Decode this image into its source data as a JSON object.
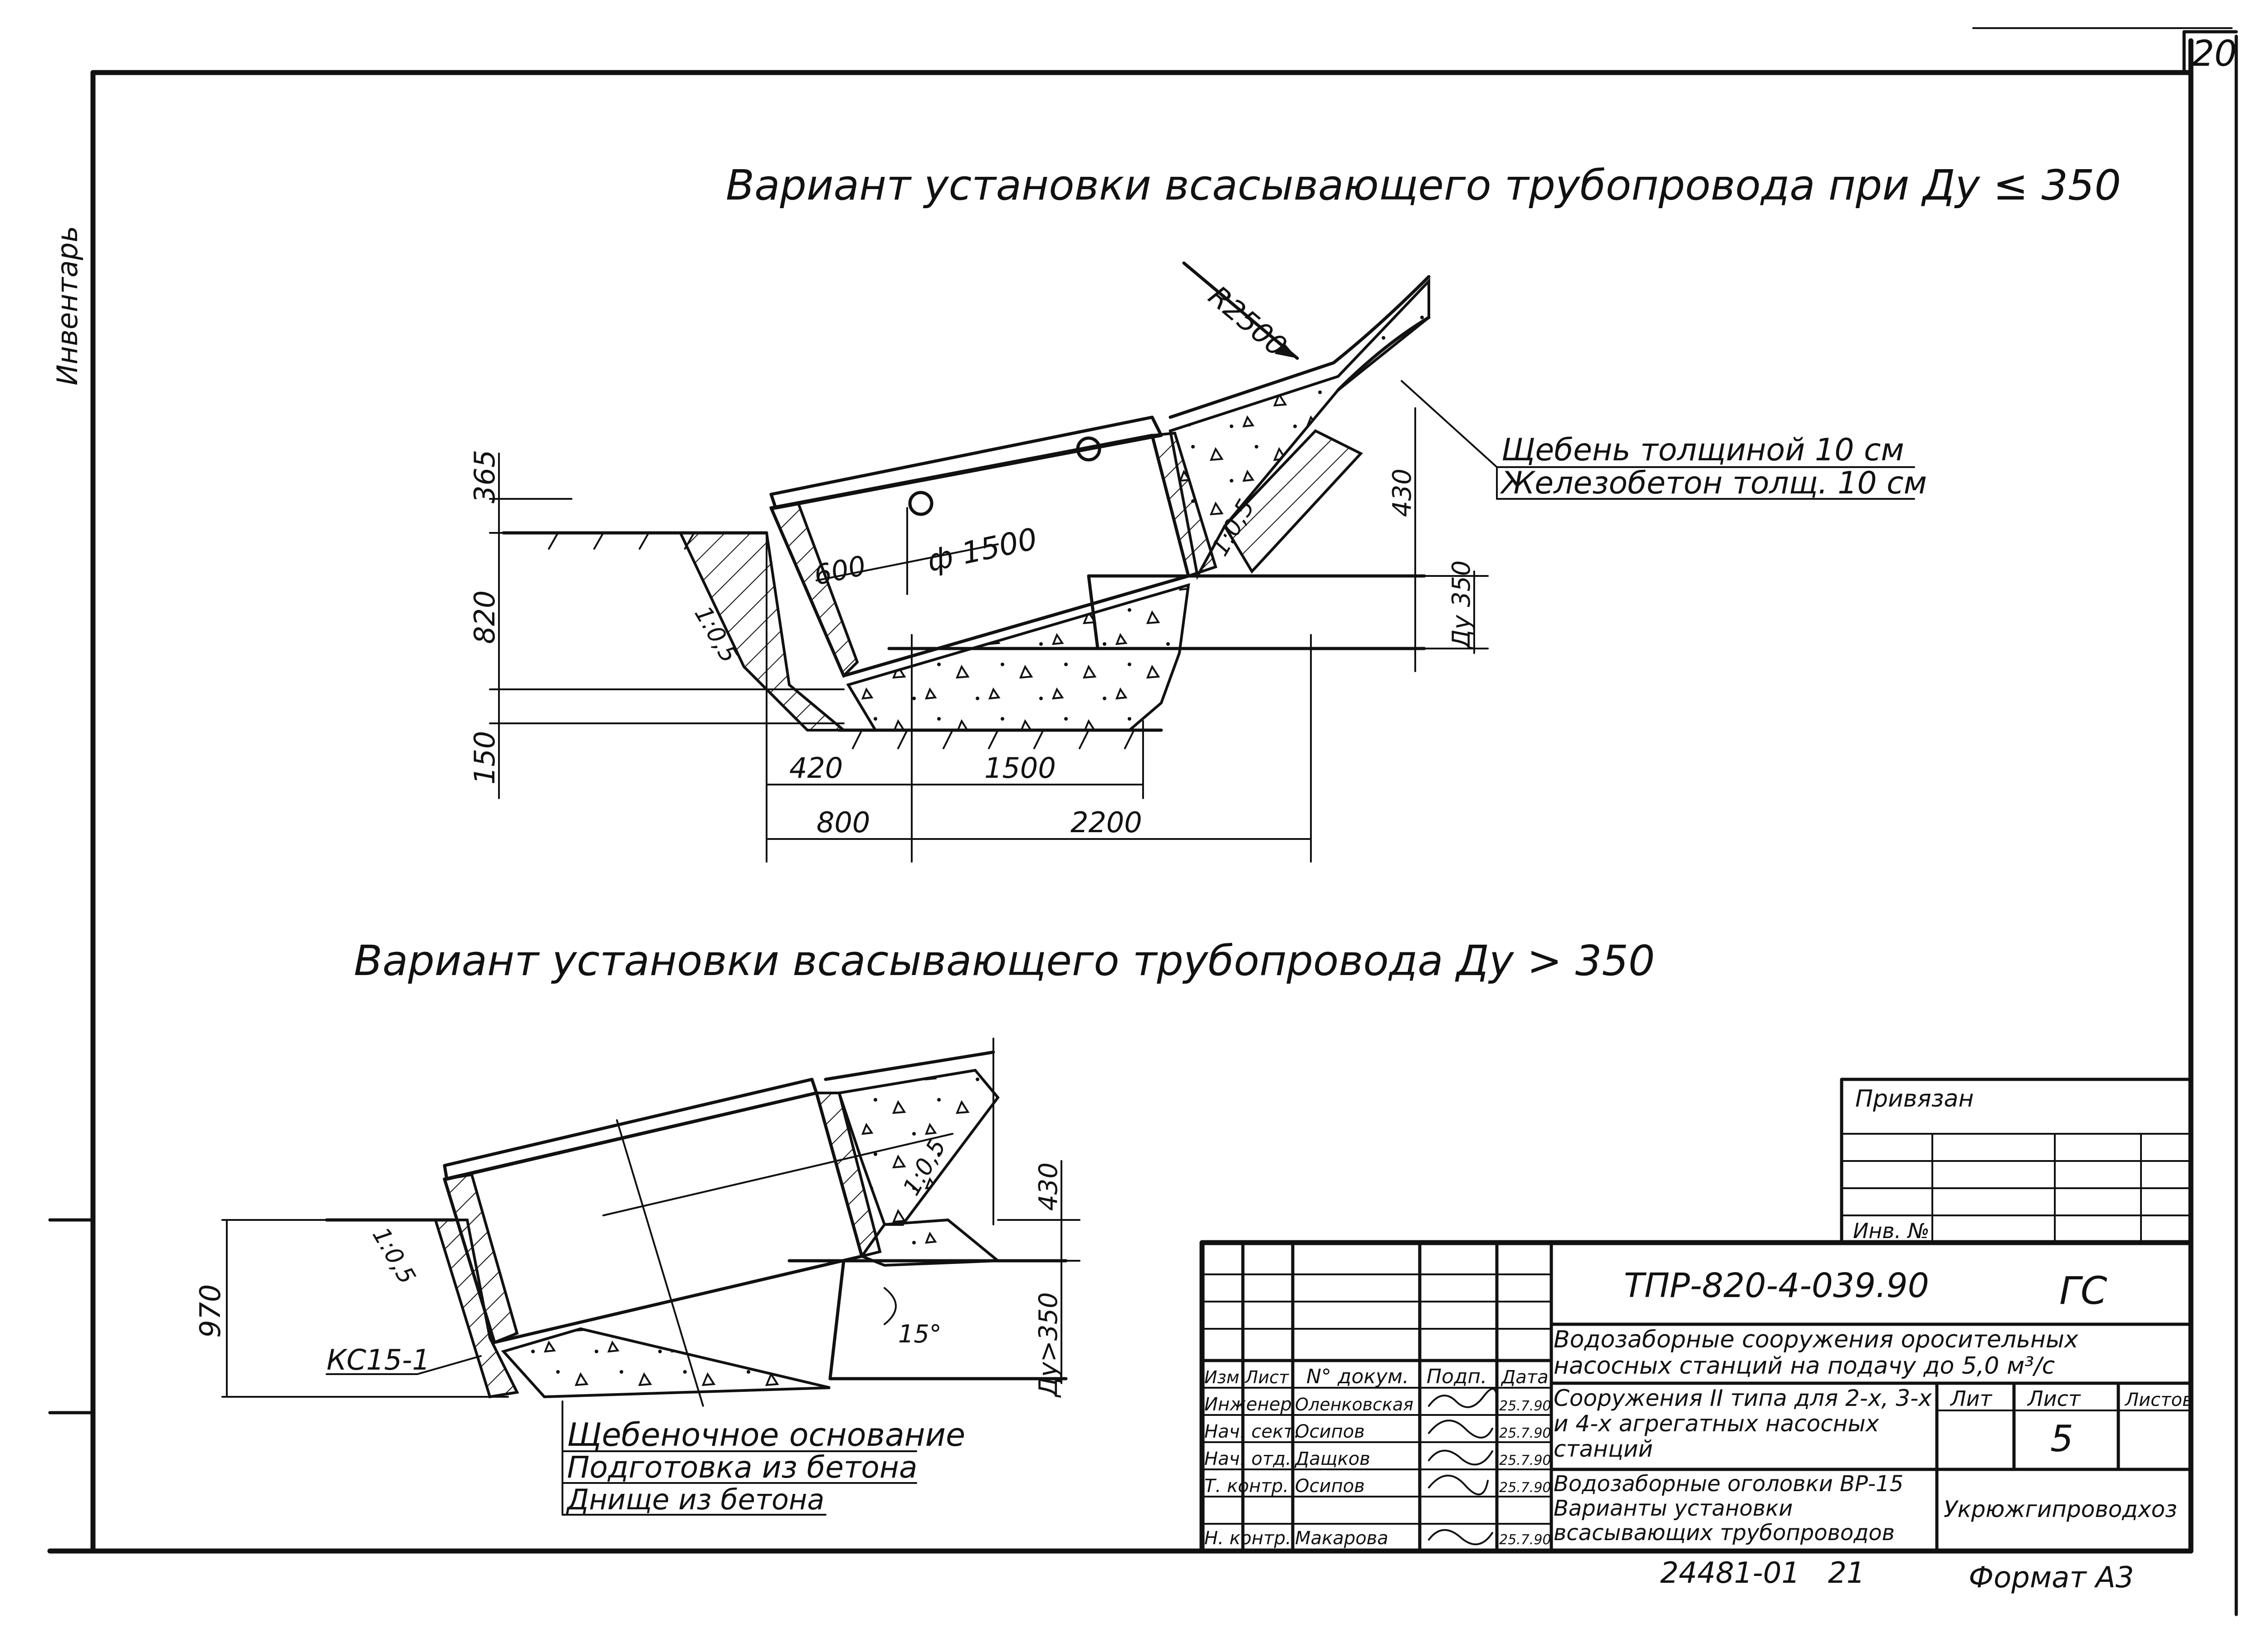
{
  "page_number": "20",
  "side_stamp": "Инвентарь",
  "drawing1": {
    "title": "Вариант установки всасывающего трубопровода при Ду ≤ 350",
    "radius": "R2500",
    "layer1": "Щебень толщиной 10 см",
    "layer2": "Железобетон толщ. 10 см",
    "dims": {
      "d365": "365",
      "d820": "820",
      "d150": "150",
      "d430": "430",
      "du": "Ду 350",
      "d600": "600",
      "phi": "ф 1500",
      "slope_a": "1:0,5",
      "slope_b": "1:0,5",
      "d420": "420",
      "d1500": "1500",
      "d800": "800",
      "d2200": "2200"
    }
  },
  "drawing2": {
    "title": "Вариант установки всасывающего трубопровода Ду > 350",
    "label_kc": "КС15-1",
    "layers": [
      "Щебеночное основание",
      "Подготовка из бетона",
      "Днище из бетона"
    ],
    "dims": {
      "d970": "970",
      "d430": "430",
      "du": "Ду>350",
      "angle": "15°",
      "slope_a": "1:0,5",
      "slope_b": "1:0,5"
    }
  },
  "stamp_box": {
    "privyazan": "Привязан",
    "inv": "Инв. №"
  },
  "title_block": {
    "code": "ТПР-820-4-039.90",
    "stage": "ГС",
    "project": "Водозаборные сооружения оросительных насосных станций на подачу до 5,0 м³/с",
    "object": "Сооружения II типа для 2-х, 3-х и 4-х агрегатных насосных станций",
    "sheet_title": "Водозаборные оголовки ВР-15 Варианты установки всасывающих трубопроводов",
    "organization": "Укрюжгипроводхоз",
    "headers": {
      "izm": "Изм",
      "list": "Лист",
      "doc": "N° докум.",
      "sign": "Подп.",
      "date": "Дата"
    },
    "lit_label": "Лит",
    "sheet_label": "Лист",
    "sheets_label": "Листов",
    "sheet_no": "5",
    "people": [
      {
        "role": "Инженер",
        "name": "Оленковская",
        "date": "25.7.90"
      },
      {
        "role": "Нач. сект.",
        "name": "Осипов",
        "date": "25.7.90"
      },
      {
        "role": "Нач. отд.",
        "name": "Дащков",
        "date": "25.7.90"
      },
      {
        "role": "Т. контр.",
        "name": "Осипов",
        "date": "25.7.90"
      },
      {
        "role": "Н. контр.",
        "name": "Макарова",
        "date": "25.7.90"
      }
    ]
  },
  "footer": {
    "inv": "24481-01",
    "copy": "21",
    "format": "Формат А3"
  }
}
